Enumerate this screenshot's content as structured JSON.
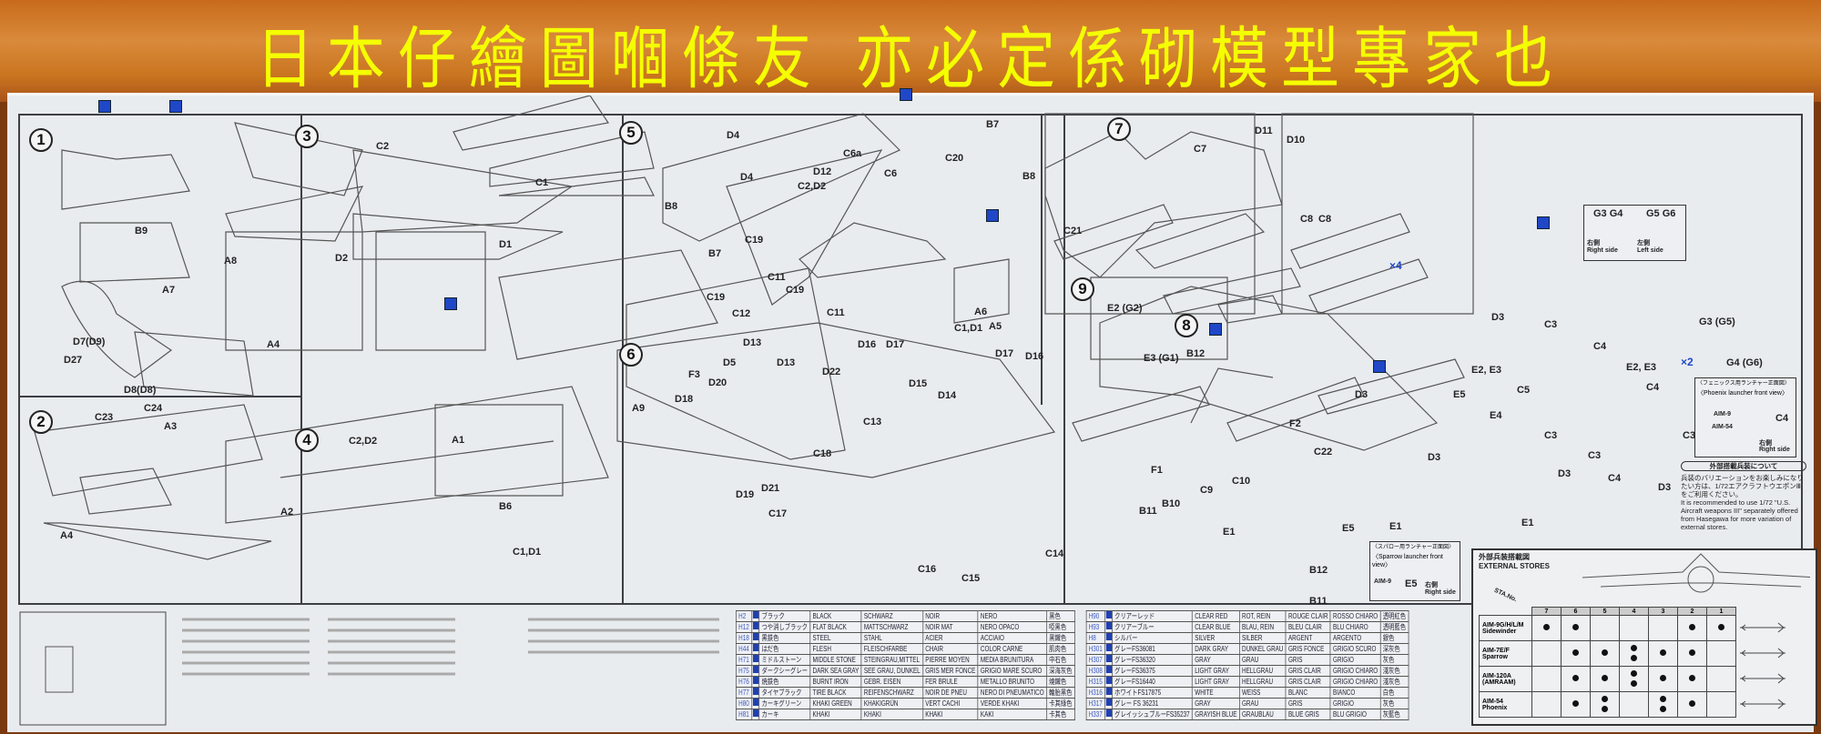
{
  "title": "日本仔繪圖嗰條友 亦必定係砌模型專家也",
  "steps": [
    "1",
    "2",
    "3",
    "4",
    "5",
    "6",
    "7",
    "8",
    "9"
  ],
  "parts": [
    "B9",
    "A8",
    "A7",
    "D7(D9)",
    "D27",
    "D8(D8)",
    "A4",
    "C23",
    "C24",
    "A3",
    "A2",
    "A4",
    "C2",
    "C1",
    "D1",
    "D2",
    "C2,D2",
    "A1",
    "B6",
    "C1,D1",
    "D4",
    "D4",
    "B8",
    "B7",
    "C6a",
    "D12",
    "C2,D2",
    "C6",
    "B7",
    "C20",
    "B8",
    "C21",
    "C19",
    "C19",
    "C12",
    "C11",
    "C19",
    "C11",
    "C1,D1",
    "D13",
    "D5",
    "D13",
    "D22",
    "F3",
    "D20",
    "D18",
    "A9",
    "D21",
    "D19",
    "D16",
    "D17",
    "D15",
    "D14",
    "D17",
    "D16",
    "C13",
    "C18",
    "C17",
    "C16",
    "C15",
    "C14",
    "D11",
    "D10",
    "C7",
    "C8",
    "A6",
    "A5",
    "B12",
    "F2",
    "C22",
    "F1",
    "C9",
    "C10",
    "B11",
    "B10",
    "B12",
    "B11",
    "E1",
    "E5",
    "E2 (G2)",
    "E3 (G1)",
    "D3",
    "C3",
    "E2, E3",
    "C5",
    "E2, E3",
    "D3",
    "E5",
    "E4",
    "C3",
    "C3",
    "D3",
    "C4",
    "D3",
    "E1",
    "E1",
    "G3 (G5)",
    "G4 (G6)",
    "G3  G4",
    "G5  G6",
    "C4",
    "C4",
    "D3",
    "C3",
    "C8"
  ],
  "multipliers": [
    "×4",
    "×2"
  ],
  "sparrow_box": {
    "jp": "〈スパロー用ランチャー正面図〉",
    "en": "〈Sparrow launcher front view〉",
    "aim9": "AIM-9",
    "e5": "E5",
    "side_jp": "右側",
    "side_en": "Right side"
  },
  "phoenix_box": {
    "jp": "〈フェニックス用ランチャー正面図〉",
    "en": "〈Phoenix launcher front view〉",
    "aim9": "AIM-9",
    "aim54": "AIM-54",
    "c4": "C4",
    "side_jp": "右側",
    "side_en": "Right side"
  },
  "g_sides": {
    "right_jp": "右側",
    "right_en": "Right side",
    "left_jp": "左側",
    "left_en": "Left side"
  },
  "info": {
    "heading": "外部搭載兵装について",
    "jp": "兵装のバリエーションをお楽しみになりたい方は、1/72エアクラフトウエポンⅢをご利用ください。",
    "en": "It is recommended to use 1/72 \"U.S. Aircraft weapons III\" separately offered from Hasegawa for more variation of external stores."
  },
  "colors": {
    "left": [
      [
        "H2",
        "ブラック",
        "BLACK",
        "SCHWARZ",
        "NOIR",
        "NERO",
        "黑色"
      ],
      [
        "H12",
        "つや消しブラック",
        "FLAT BLACK",
        "MATTSCHWARZ",
        "NOIR MAT",
        "NERO OPACO",
        "啞黑色"
      ],
      [
        "H18",
        "黒鉄色",
        "STEEL",
        "STAHL",
        "ACIER",
        "ACCIAIO",
        "黑鐵色"
      ],
      [
        "H44",
        "はだ色",
        "FLESH",
        "FLEISCHFARBE",
        "CHAIR",
        "COLOR CARNE",
        "肌肉色"
      ],
      [
        "H71",
        "ミドルストーン",
        "MIDDLE STONE",
        "STEINGRAU,MITTEL",
        "PIERRE MOYEN",
        "MEDIA BRUNITURA",
        "中石色"
      ],
      [
        "H75",
        "ダークシーグレー",
        "DARK SEA GRAY",
        "SEE GRAU, DUNKEL",
        "GRIS MER FONCE",
        "GRIGIO MARE SCURO",
        "深海灰色"
      ],
      [
        "H76",
        "焼鉄色",
        "BURNT IRON",
        "GEBR. EISEN",
        "FER BRULE",
        "METALLO BRUNITO",
        "燒鐵色"
      ],
      [
        "H77",
        "タイヤブラック",
        "TIRE BLACK",
        "REIFENSCHWARZ",
        "NOIR DE PNEU",
        "NERO DI PNEUMATICO",
        "輪胎黑色"
      ],
      [
        "H80",
        "カーキグリーン",
        "KHAKI GREEN",
        "KHAKIGRÜN",
        "VERT CACHI",
        "VERDE KHAKI",
        "卡其綠色"
      ],
      [
        "H81",
        "カーキ",
        "KHAKI",
        "KHAKI",
        "KHAKI",
        "KAKI",
        "卡其色"
      ]
    ],
    "right": [
      [
        "H90",
        "クリアーレッド",
        "CLEAR RED",
        "ROT, REIN",
        "ROUGE CLAIR",
        "ROSSO CHIARO",
        "透明紅色"
      ],
      [
        "H93",
        "クリアーブルー",
        "CLEAR BLUE",
        "BLAU, REIN",
        "BLEU CLAIR",
        "BLU CHIARO",
        "透明藍色"
      ],
      [
        "H8",
        "シルバー",
        "SILVER",
        "SILBER",
        "ARGENT",
        "ARGENTO",
        "銀色"
      ],
      [
        "H301",
        "グレーFS36081",
        "DARK GRAY",
        "DUNKEL GRAU",
        "GRIS FONCE",
        "GRIGIO SCURO",
        "深灰色"
      ],
      [
        "H307",
        "グレーFS36320",
        "GRAY",
        "GRAU",
        "GRIS",
        "GRIGIO",
        "灰色"
      ],
      [
        "H308",
        "グレーFS36375",
        "LIGHT GRAY",
        "HELLGRAU",
        "GRIS CLAIR",
        "GRIGIO CHIARO",
        "淺灰色"
      ],
      [
        "H315",
        "グレーFS16440",
        "LIGHT GRAY",
        "HELLGRAU",
        "GRIS CLAIR",
        "GRIGIO CHIARO",
        "淺灰色"
      ],
      [
        "H316",
        "ホワイトFS17875",
        "WHITE",
        "WEISS",
        "BLANC",
        "BIANCO",
        "白色"
      ],
      [
        "H317",
        "グレー FS 36231",
        "GRAY",
        "GRAU",
        "GRIS",
        "GRIGIO",
        "灰色"
      ],
      [
        "H337",
        "グレイッシュブルーFS35237",
        "GRAYISH BLUE",
        "GRAUBLAU",
        "BLUE GRIS",
        "BLU GRIGIO",
        "灰藍色"
      ]
    ]
  },
  "stores": {
    "heading_jp": "外部兵装搭載図",
    "heading_en": "EXTERNAL STORES",
    "sta_label": "STA.No.",
    "stations": [
      "7",
      "6",
      "5",
      "4",
      "3",
      "2",
      "1"
    ],
    "rows": [
      {
        "name": "AIM-9G/H/L/M",
        "sub": "Sidewinder",
        "counts": [
          1,
          1,
          0,
          0,
          0,
          1,
          1
        ]
      },
      {
        "name": "AIM-7E/F",
        "sub": "Sparrow",
        "counts": [
          0,
          1,
          1,
          2,
          1,
          1,
          0
        ]
      },
      {
        "name": "AIM-120A",
        "sub": "(AMRAAM)",
        "counts": [
          0,
          1,
          1,
          2,
          1,
          1,
          0
        ]
      },
      {
        "name": "AIM-54",
        "sub": "Phoenix",
        "counts": [
          0,
          1,
          2,
          0,
          2,
          1,
          0
        ]
      }
    ]
  },
  "accent": {
    "header": "#c9741f",
    "title": "#f4ff00",
    "paint_chip": "#2040b0"
  }
}
